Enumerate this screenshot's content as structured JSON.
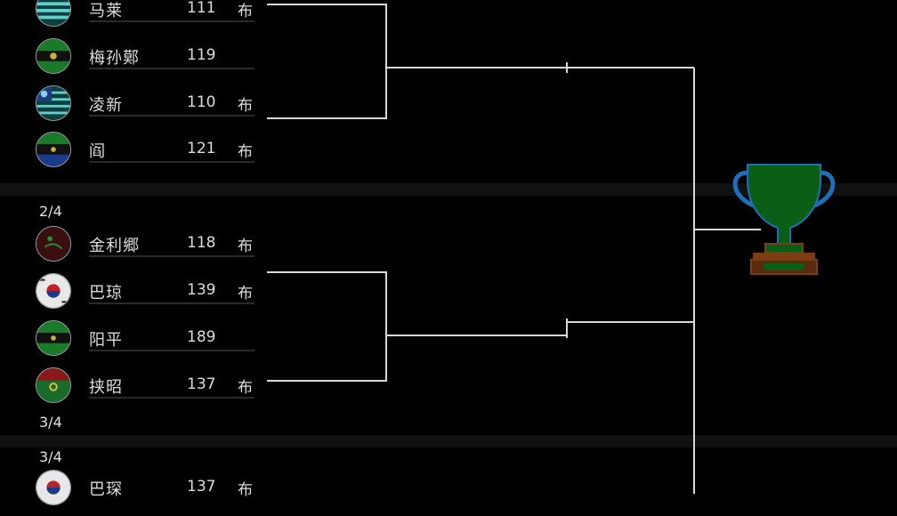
{
  "groups": [
    {
      "label": "",
      "teams": [
        {
          "name": "马莱",
          "score": "111",
          "tag": "布"
        },
        {
          "name": "梅孙鄚",
          "score": "119",
          "tag": ""
        },
        {
          "name": "凌新",
          "score": "110",
          "tag": "布"
        },
        {
          "name": "阎",
          "score": "121",
          "tag": "布"
        }
      ]
    },
    {
      "label": "2/4",
      "teams": [
        {
          "name": "金利郷",
          "score": "118",
          "tag": "布"
        },
        {
          "name": "巴琼",
          "score": "139",
          "tag": "布"
        },
        {
          "name": "阳平",
          "score": "189",
          "tag": ""
        },
        {
          "name": "挟昭",
          "score": "137",
          "tag": "布"
        }
      ]
    },
    {
      "label": "3/4",
      "teams": []
    },
    {
      "label": "3/4",
      "teams": [
        {
          "name": "巴琛",
          "score": "137",
          "tag": "布"
        }
      ]
    }
  ],
  "colors": {
    "trophy_green": "#0b5e16",
    "trophy_outline": "#1c6fb8",
    "base_brown": "#7a3d14",
    "line": "#d8d8d8"
  }
}
